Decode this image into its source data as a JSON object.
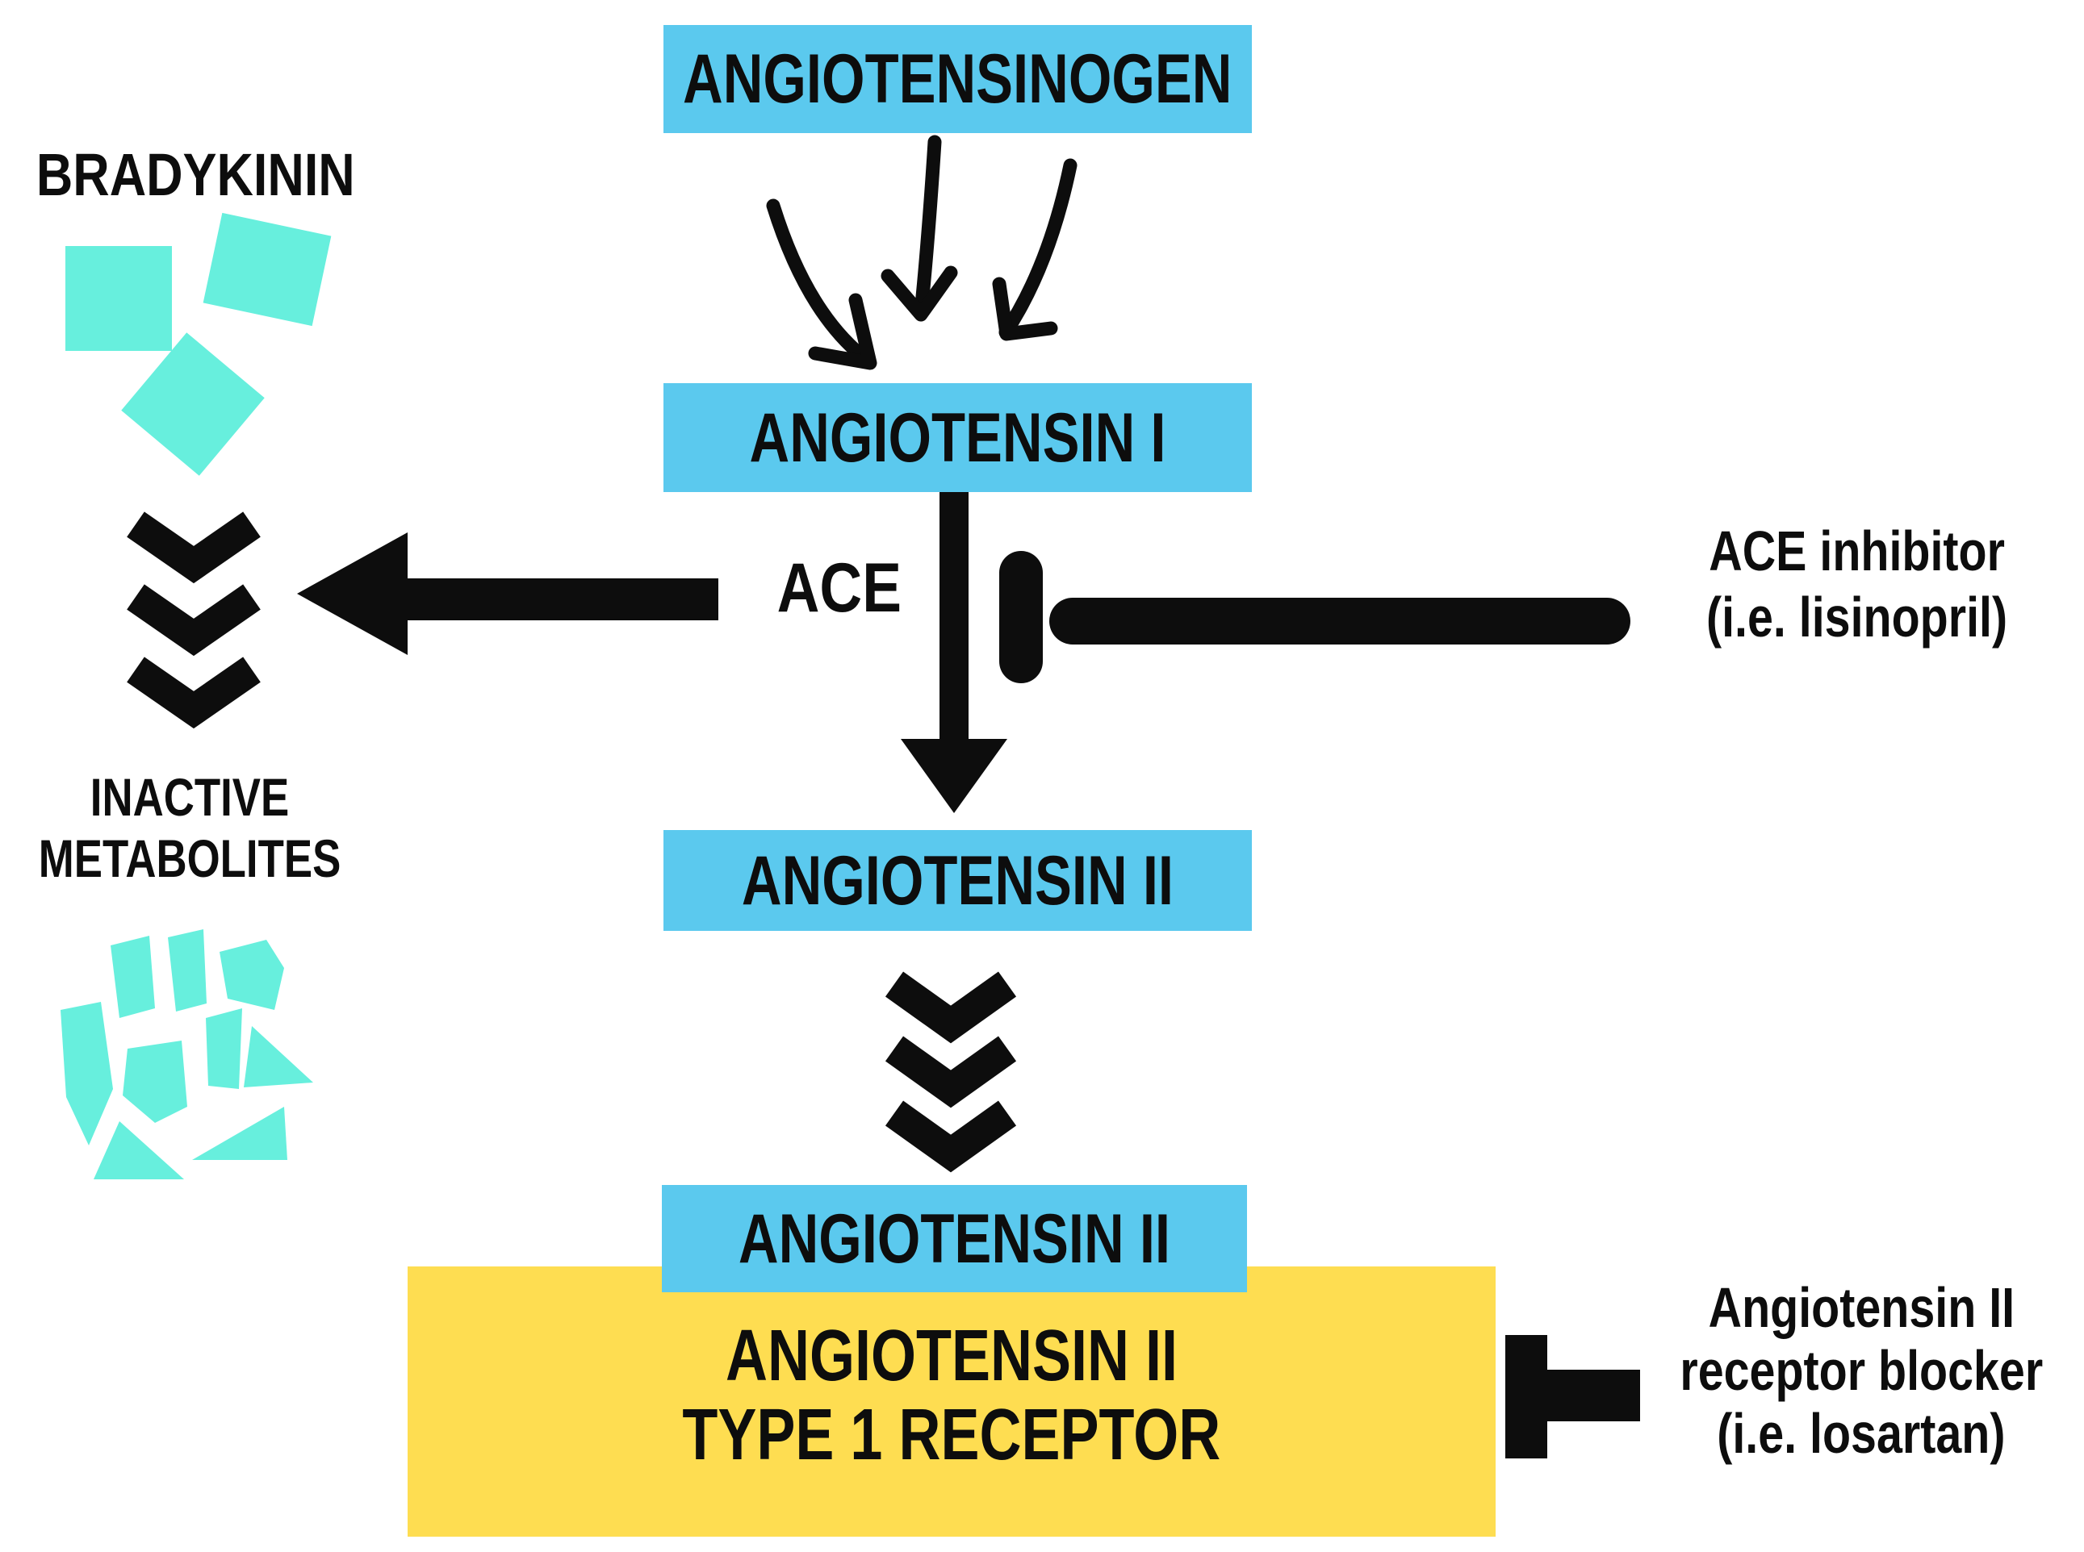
{
  "diagram": {
    "boxes": {
      "angiotensinogen": "ANGIOTENSINOGEN",
      "angiotensin_i": "ANGIOTENSIN I",
      "angiotensin_ii": "ANGIOTENSIN II",
      "angiotensin_ii_bound": "ANGIOTENSIN II",
      "receptor_line1": "ANGIOTENSIN II",
      "receptor_line2": "TYPE 1 RECEPTOR"
    },
    "labels": {
      "bradykinin": "BRADYKININ",
      "ace": "ACE",
      "inactive_line1": "INACTIVE",
      "inactive_line2": "METABOLITES"
    },
    "drugs": {
      "ace_inhibitor_line1": "ACE inhibitor",
      "ace_inhibitor_line2": "(i.e. lisinopril)",
      "arb_line1": "Angiotensin II",
      "arb_line2": "receptor blocker",
      "arb_line3": "(i.e. losartan)"
    },
    "colors": {
      "box_blue": "#5BC9EE",
      "receptor_yellow": "#FEDD51",
      "molecule_teal": "#67EFDD",
      "ink": "#0D0D0D",
      "bg": "#FFFFFF"
    }
  }
}
